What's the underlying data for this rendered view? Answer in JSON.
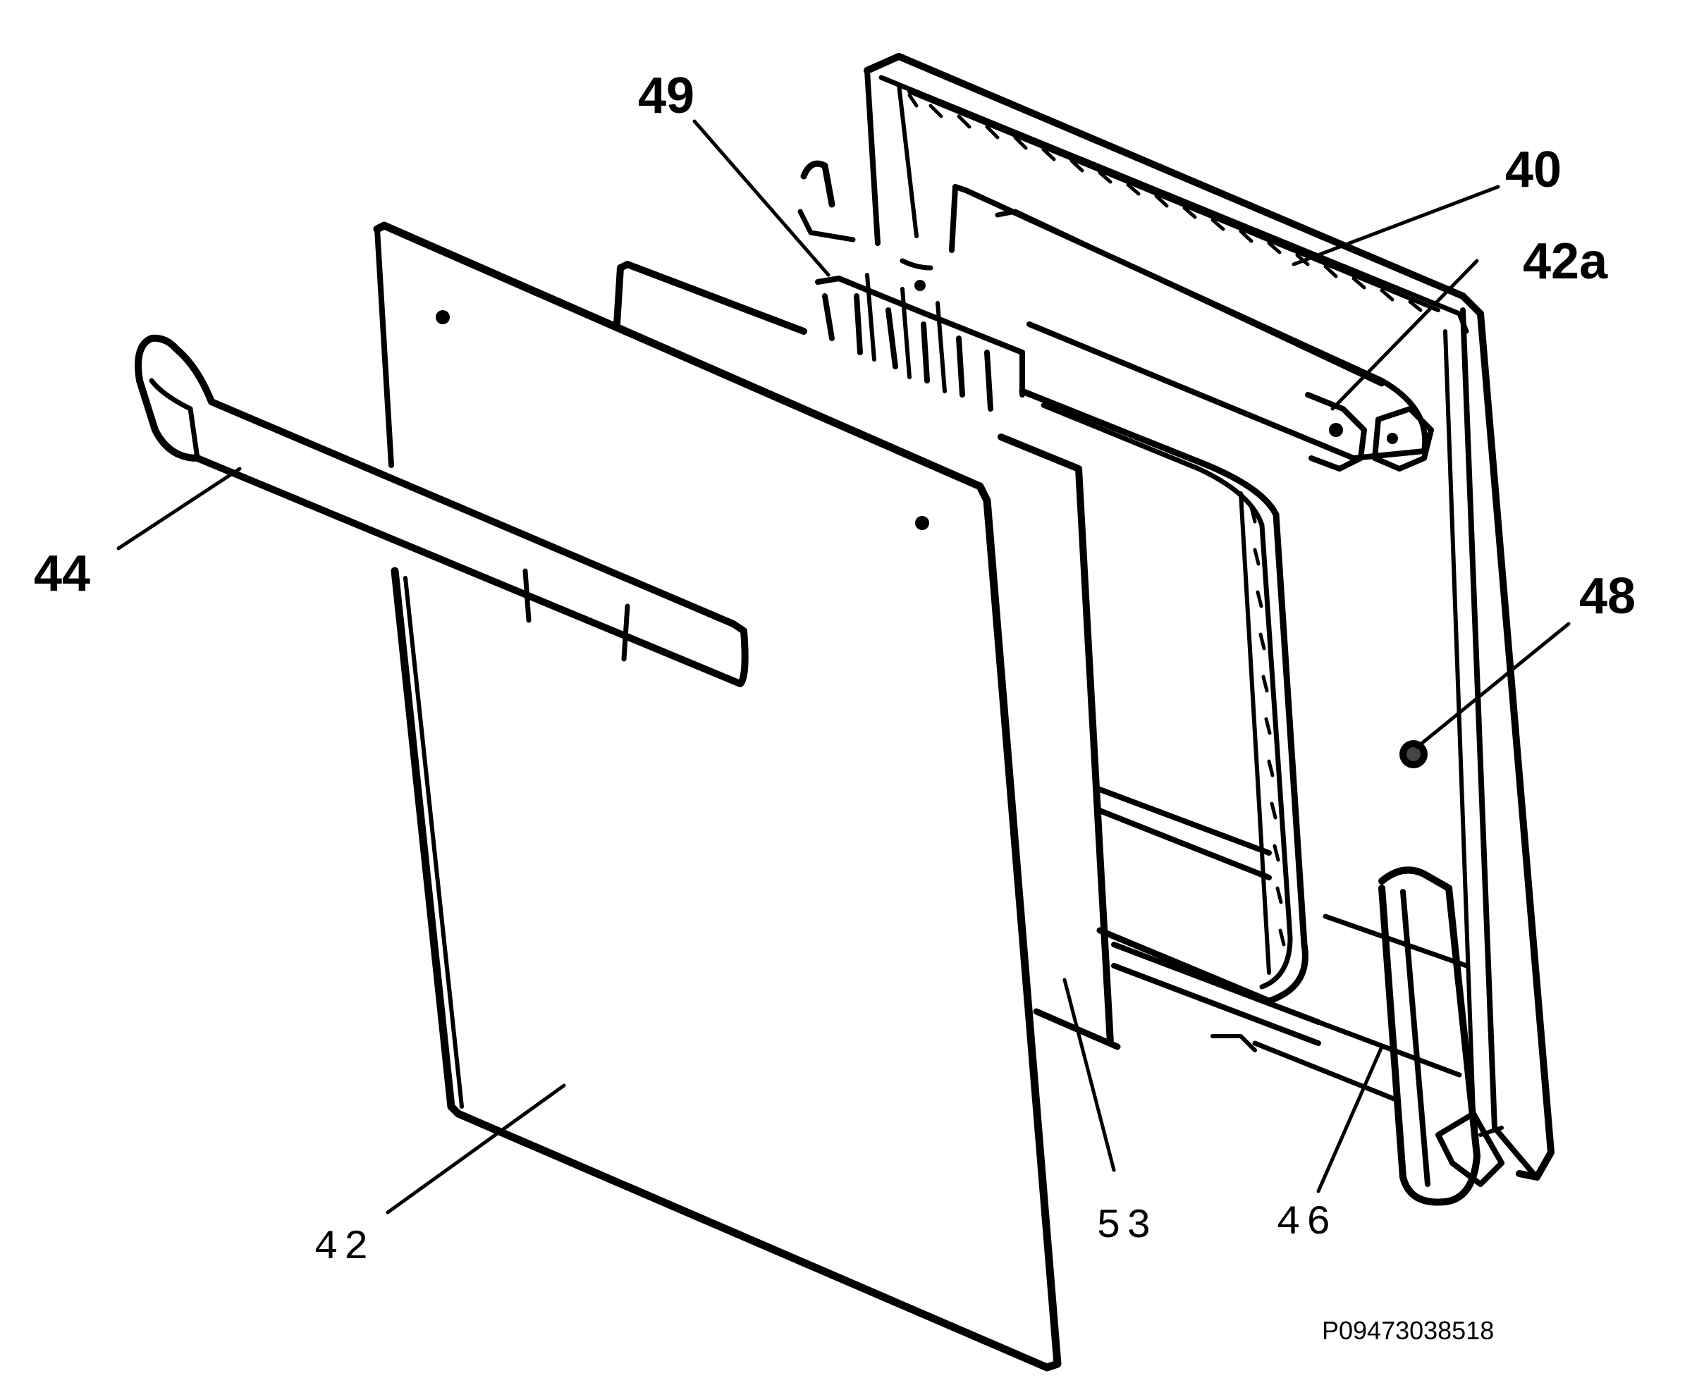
{
  "diagram": {
    "part_labels": [
      {
        "id": "40",
        "text": "40"
      },
      {
        "id": "42a",
        "text": "42a"
      },
      {
        "id": "48",
        "text": "48"
      },
      {
        "id": "49",
        "text": "49"
      },
      {
        "id": "44",
        "text": "44"
      },
      {
        "id": "42",
        "text": "42"
      },
      {
        "id": "53",
        "text": "53"
      },
      {
        "id": "46",
        "text": "46"
      }
    ],
    "reference_code": "P09473038518",
    "colors": {
      "ink": "#000000",
      "background": "#ffffff"
    }
  }
}
